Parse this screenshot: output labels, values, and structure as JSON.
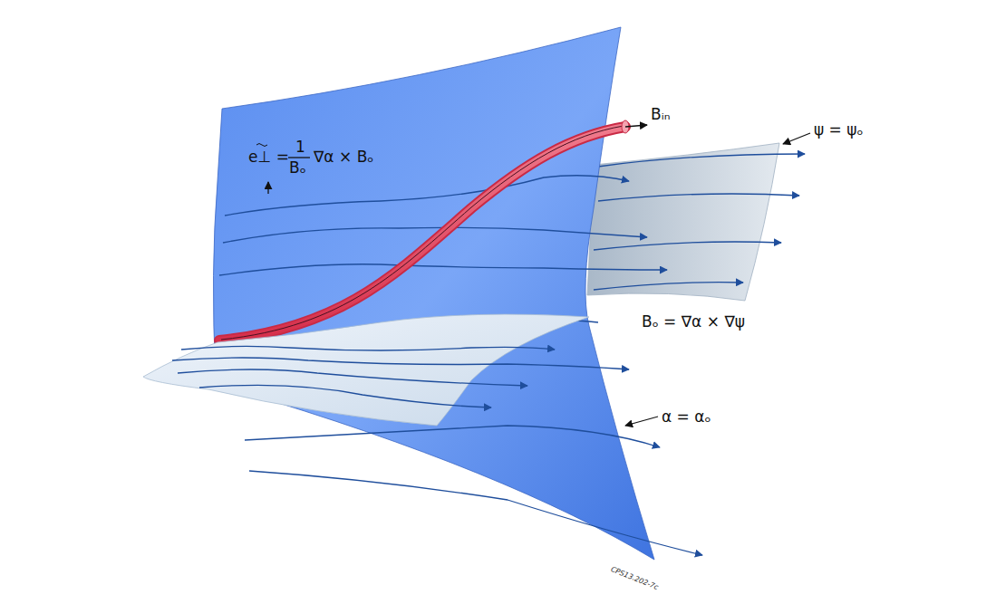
{
  "diagram": {
    "labels": [
      "e⊥ =",
      "1",
      "Bₒ",
      "∇α × Bₒ",
      "Bᵢₙ",
      "ψ = ψₒ",
      "Bₒ = ∇α × ∇ψ",
      "α = αₒ",
      "CPS13.202-7c"
    ]
  }
}
